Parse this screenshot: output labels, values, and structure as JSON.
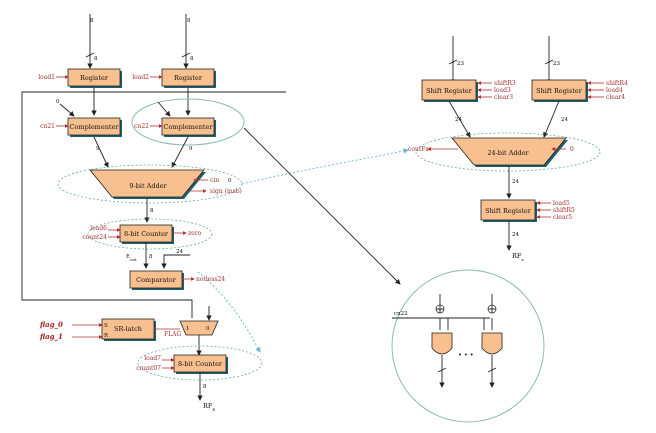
{
  "blocks": {
    "register1": "Register",
    "register2": "Register",
    "complementer1": "Complementer",
    "complementer2": "Complementer",
    "adder9": "9-bit Adder",
    "counter8a": "8-bit Counter",
    "comparator": "Comparator",
    "srlatch": "SR-latch",
    "counter8b": "8-bit Counter",
    "shiftreg1": "Shift Register",
    "shiftreg2": "Shift Register",
    "adder24": "24-bit Adder",
    "shiftreg3": "Shift Register"
  },
  "signals": {
    "load1": "load1",
    "load2": "load2",
    "cn21": "cn21",
    "cn22": "cn22",
    "cin": "cin",
    "sign": "sign (msb)",
    "load6": "load6",
    "count24": "count24",
    "zero": "zero",
    "notless24": "notless24",
    "flag0": "flag_0",
    "flag1": "flag_1",
    "flag": "FLAG",
    "load7": "load7",
    "count07": "count07",
    "shiftr3": "shiftR3",
    "load3": "load3",
    "clear3": "clear3",
    "shiftr4": "shiftR4",
    "load4": "load4",
    "clear4": "clear4",
    "coutfx": "coutFx",
    "zero_in": "0",
    "load5": "load5",
    "shiftr5": "shiftR5",
    "clear5": "clear5",
    "cn22_detail": "cn22",
    "s_pin": "S",
    "r_pin": "R",
    "mux_1": "1",
    "mux_0": "0",
    "eout": "E",
    "eout_sub": "out",
    "rfa": "RF",
    "rfa_sub": "a",
    "rfb": "RF",
    "rfb_sub": "E",
    "zero_cin": "0",
    "zero_cmp1": "0"
  },
  "widths": {
    "w8a": "8",
    "w8b": "8",
    "w8c": "8",
    "w8d": "8",
    "w9a": "9",
    "w9b": "9",
    "w8e": "8",
    "w8f": "8",
    "w24a": "24",
    "w8g": "8",
    "w23a": "23",
    "w23b": "23",
    "w24b": "24",
    "w24c": "24",
    "w24d": "24",
    "w24e": "24",
    "w8h": "8",
    "w1a": "1",
    "w8i": "8"
  },
  "ellipsis": "• • •"
}
